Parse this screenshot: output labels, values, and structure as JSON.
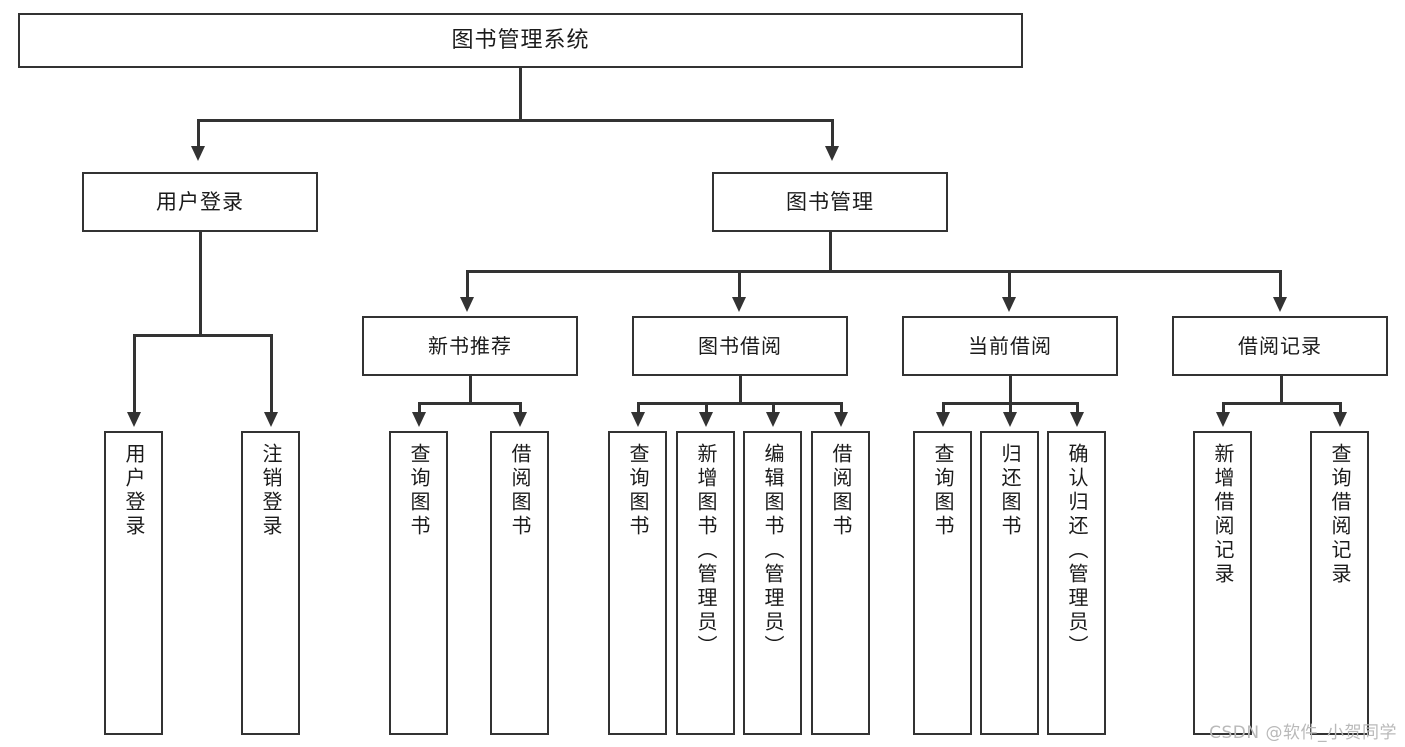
{
  "diagram": {
    "type": "tree-hierarchy",
    "title": "图书管理系统",
    "root": {
      "label": "图书管理系统"
    },
    "level2": [
      {
        "label": "用户登录"
      },
      {
        "label": "图书管理"
      }
    ],
    "level3": [
      {
        "label": "新书推荐",
        "parent": "图书管理"
      },
      {
        "label": "图书借阅",
        "parent": "图书管理"
      },
      {
        "label": "当前借阅",
        "parent": "图书管理"
      },
      {
        "label": "借阅记录",
        "parent": "图书管理"
      }
    ],
    "leaves": [
      {
        "label": "用户登录",
        "parent": "用户登录"
      },
      {
        "label": "注销登录",
        "parent": "用户登录"
      },
      {
        "label": "查询图书",
        "parent": "新书推荐"
      },
      {
        "label": "借阅图书",
        "parent": "新书推荐"
      },
      {
        "label": "查询图书",
        "parent": "图书借阅"
      },
      {
        "label": "新增图书（管理员）",
        "parent": "图书借阅"
      },
      {
        "label": "编辑图书（管理员）",
        "parent": "图书借阅"
      },
      {
        "label": "借阅图书",
        "parent": "图书借阅"
      },
      {
        "label": "查询图书",
        "parent": "当前借阅"
      },
      {
        "label": "归还图书",
        "parent": "当前借阅"
      },
      {
        "label": "确认归还（管理员）",
        "parent": "当前借阅"
      },
      {
        "label": "新增借阅记录",
        "parent": "借阅记录"
      },
      {
        "label": "查询借阅记录",
        "parent": "借阅记录"
      }
    ],
    "colors": {
      "stroke": "#333333",
      "fill": "#ffffff",
      "text": "#1b1b1b",
      "watermark": "#b9b9b9"
    }
  },
  "watermark": {
    "text": "CSDN @软件_小贺同学"
  }
}
